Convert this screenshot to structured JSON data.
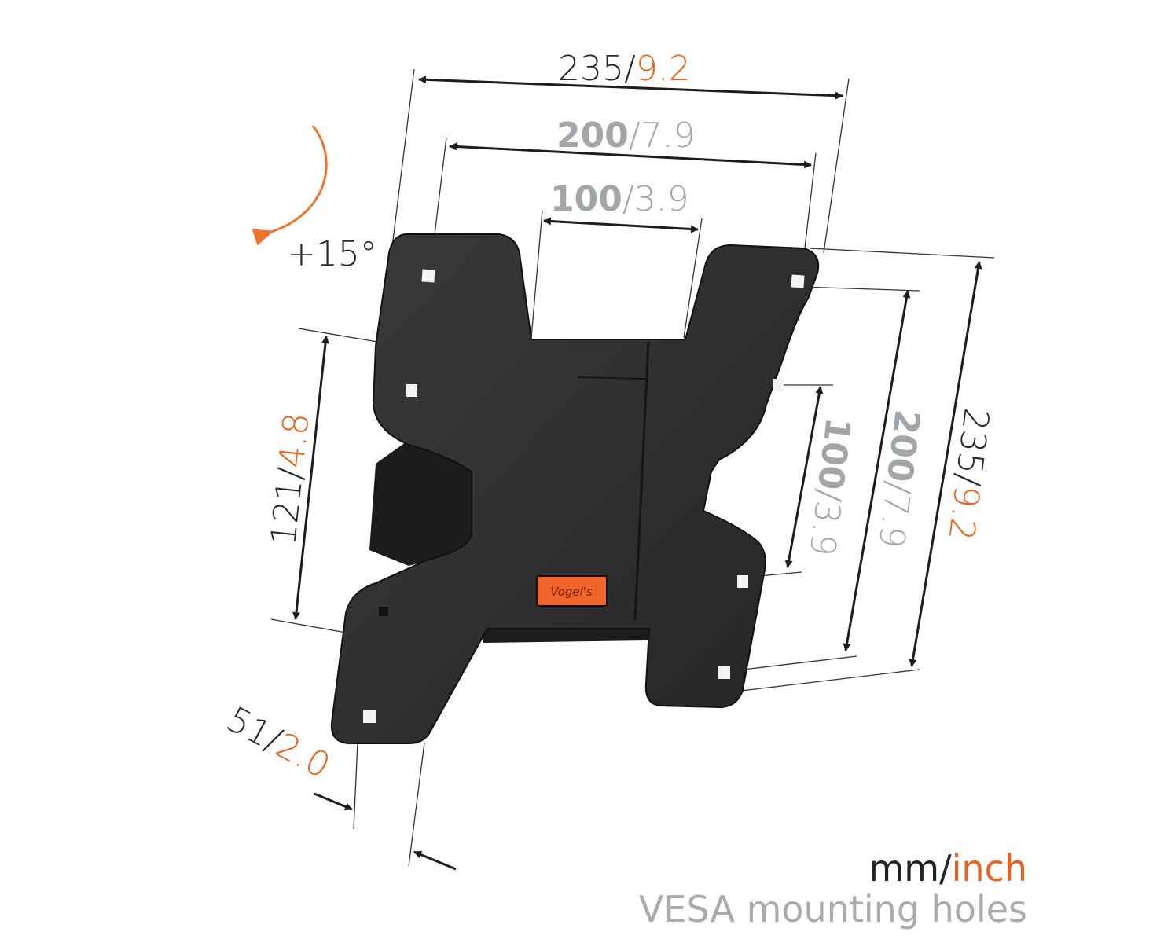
{
  "dimensions": {
    "top_outer": {
      "mm": "235",
      "sep": "/",
      "inch": "9.2"
    },
    "top_mid": {
      "mm": "200",
      "sep": "/",
      "inch": "7.9"
    },
    "top_inner": {
      "mm": "100",
      "sep": "/",
      "inch": "3.9"
    },
    "left_height": {
      "mm": "121",
      "sep": "/",
      "inch": "4.8"
    },
    "right_inner": {
      "mm": "100",
      "sep": "/",
      "inch": "3.9"
    },
    "right_mid": {
      "mm": "200",
      "sep": "/",
      "inch": "7.9"
    },
    "right_outer": {
      "mm": "235",
      "sep": "/",
      "inch": "9.2"
    },
    "depth": {
      "mm": "51",
      "sep": "/",
      "inch": "2.0"
    }
  },
  "tilt": {
    "label": "+15°"
  },
  "logo": {
    "text": "Vogel's"
  },
  "legend": {
    "units_mm": "mm/",
    "units_inch": "inch",
    "caption": "VESA mounting holes"
  },
  "colors": {
    "accent": "#e8631f",
    "plate": "#2b2b2b",
    "gray_text": "#a3a6a9"
  }
}
